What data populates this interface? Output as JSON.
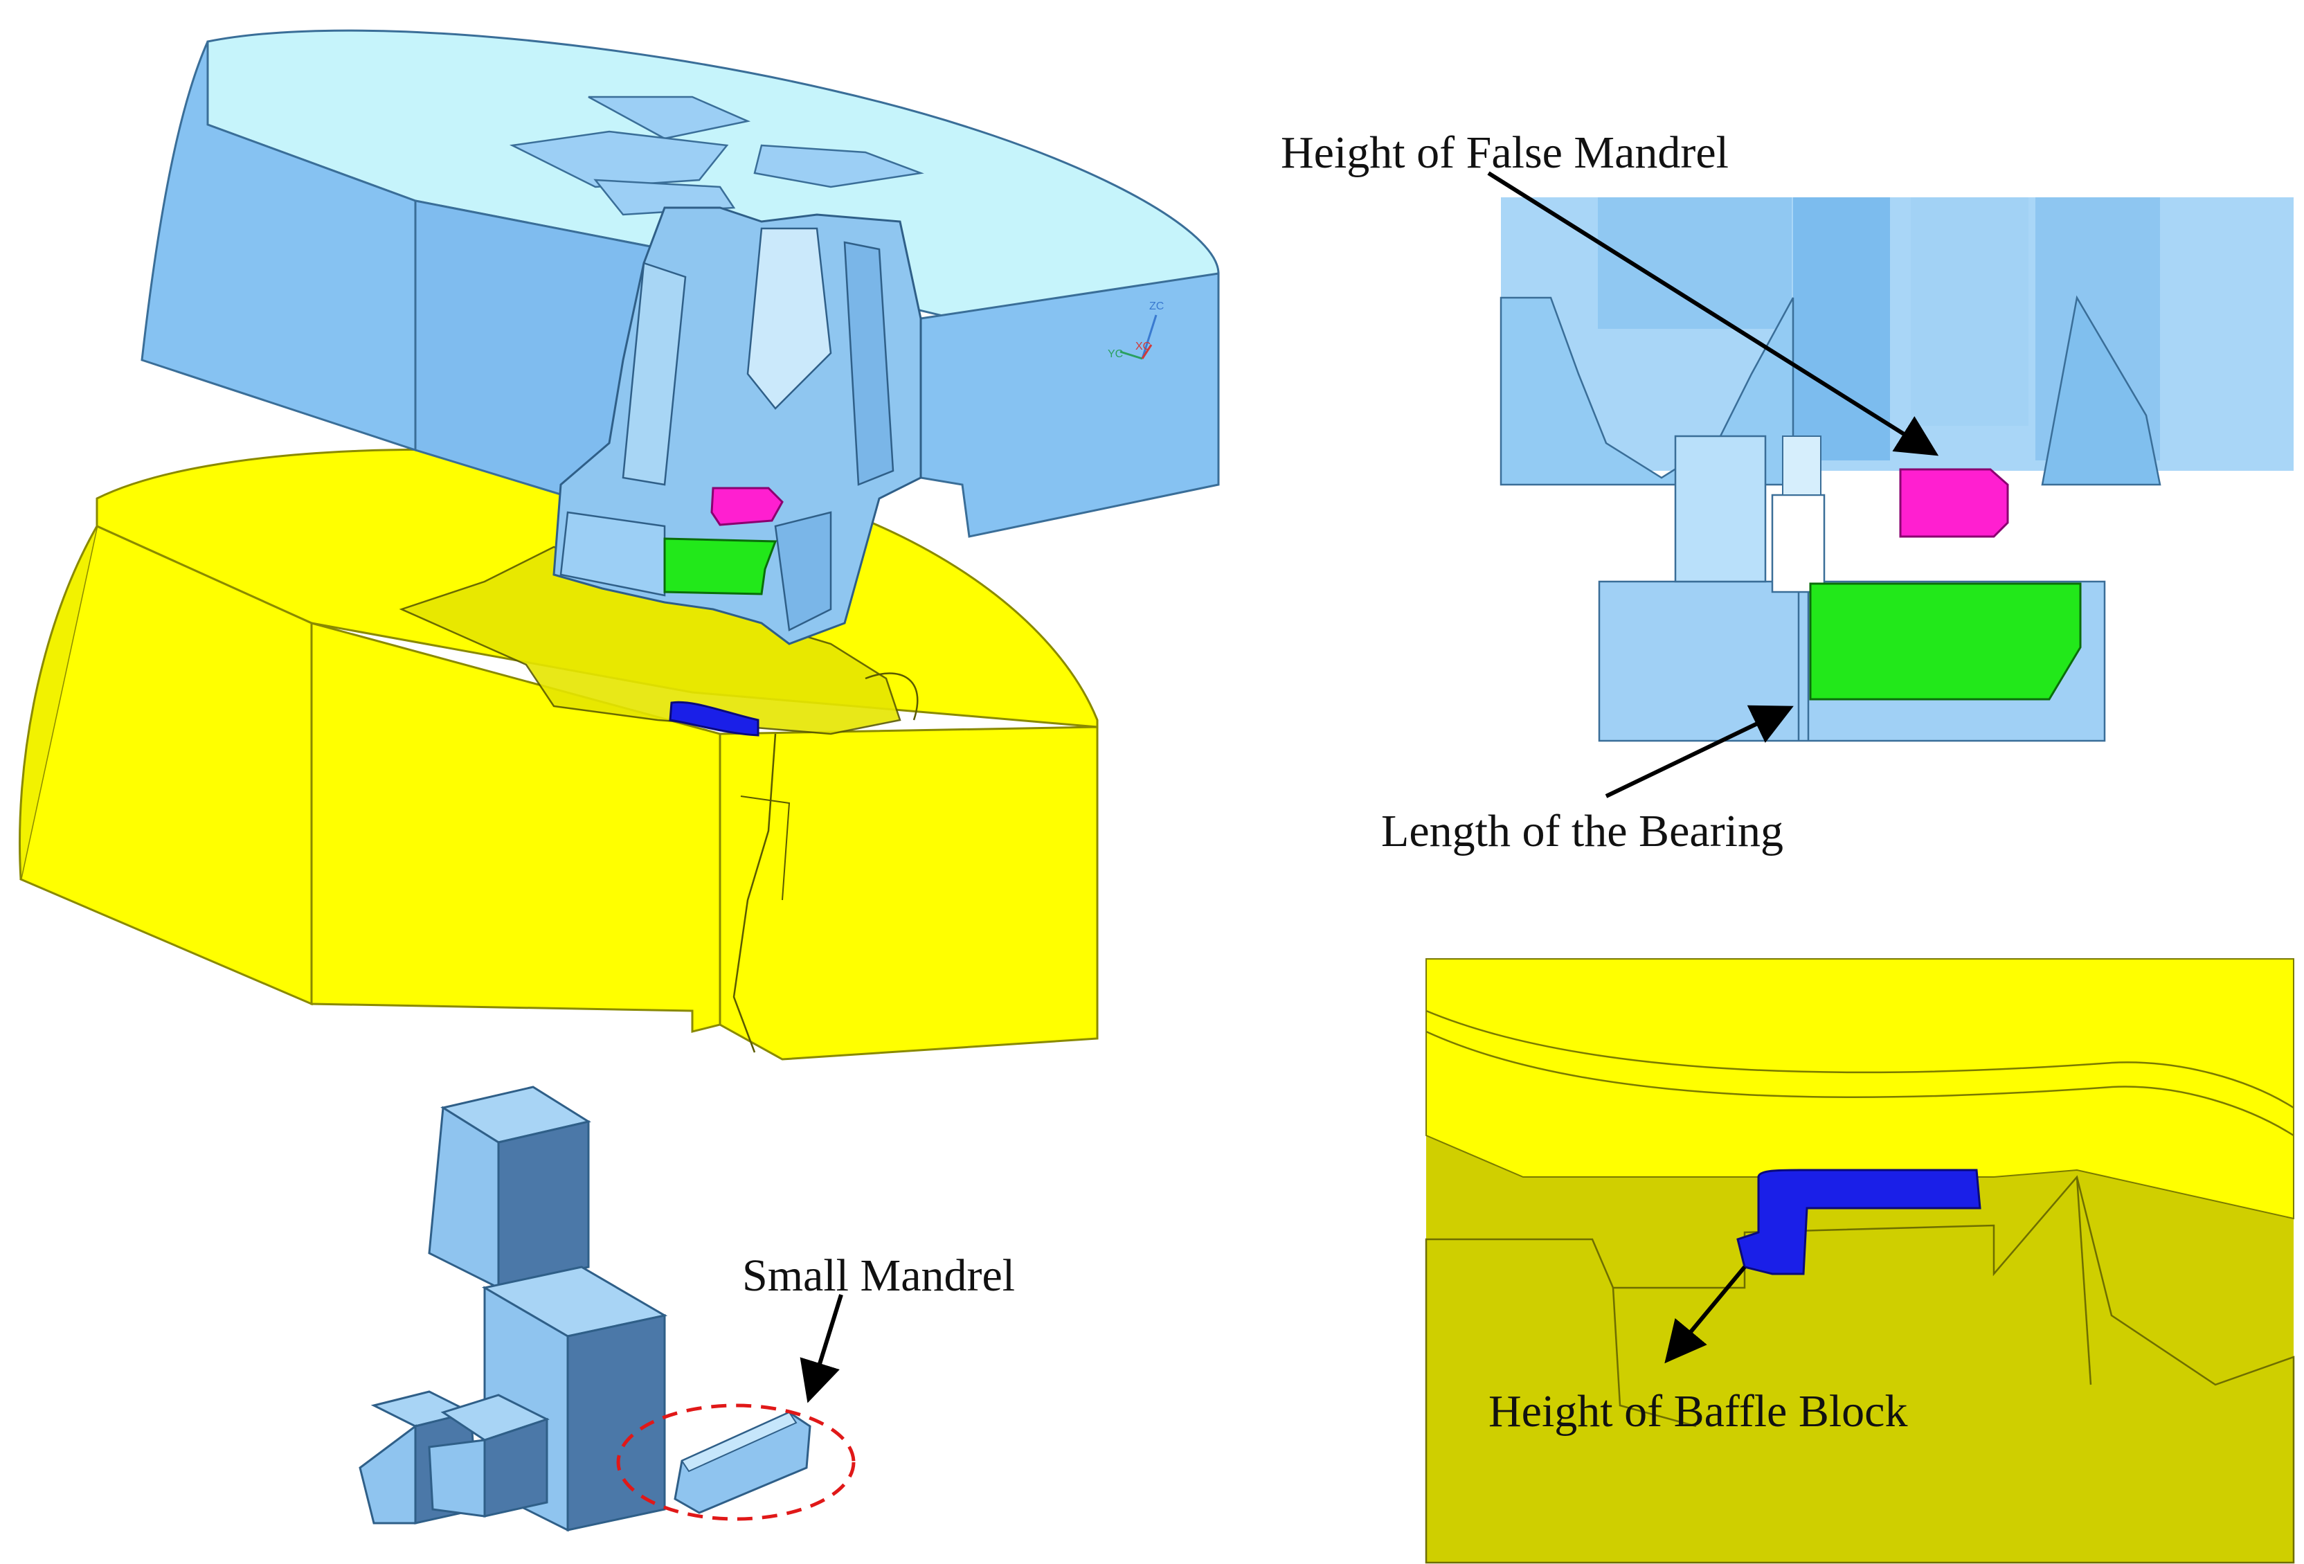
{
  "figure": {
    "labels": {
      "false_mandrel": "Height of False Mandrel",
      "bearing": "Length of the Bearing",
      "small_mandrel": "Small Mandrel",
      "baffle_block": "Height of Baffle Block"
    },
    "axis_triad": {
      "z": "ZC",
      "y": "YC",
      "x": "XC"
    }
  },
  "colors": {
    "upper_die": "#86c2f2",
    "upper_die_top": "#c6f4fb",
    "lower_die": "#ffff00",
    "lower_die_dark": "#d9d900",
    "false_mandrel": "#ff1fd0",
    "bearing": "#22e81a",
    "baffle_block": "#1a1fe8",
    "mandrel_dark": "#4b78a8",
    "mandrel_light": "#8fc4ef",
    "highlight_circle": "#e01818",
    "arrow": "#000000"
  }
}
